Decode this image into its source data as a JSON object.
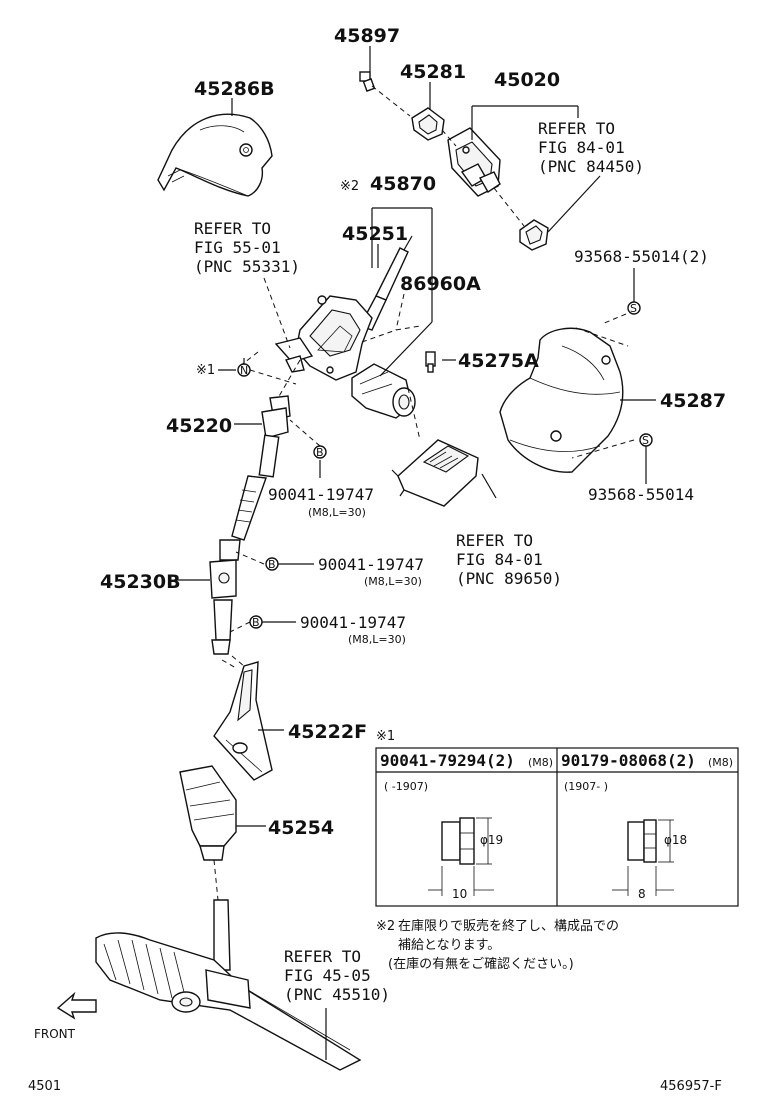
{
  "labels": {
    "p45897": "45897",
    "p45281": "45281",
    "p45020": "45020",
    "p45286b": "45286B",
    "p45870": "45870",
    "mark2_45870": "※2",
    "p45251": "45251",
    "p86960a": "86960A",
    "p45275a": "45275A",
    "p45287": "45287",
    "p45220": "45220",
    "p45230b": "45230B",
    "p45222f": "45222F",
    "p45254": "45254",
    "mark1": "※1",
    "bolt_sym": "B",
    "nut_sym": "N",
    "screw_sym": "S",
    "bolt_a": "90041-19747",
    "bolt_a_spec": "(M8,L=30)",
    "bolt_b": "90041-19747",
    "bolt_b_spec": "(M8,L=30)",
    "bolt_c": "90041-19747",
    "bolt_c_spec": "(M8,L=30)",
    "screw_a": "93568-55014(2)",
    "screw_b": "93568-55014"
  },
  "refs": {
    "ref_84450": [
      "REFER TO",
      "FIG 84-01",
      "(PNC 84450)"
    ],
    "ref_55331": [
      "REFER TO",
      "FIG 55-01",
      "(PNC 55331)"
    ],
    "ref_89650": [
      "REFER TO",
      "FIG 84-01",
      "(PNC 89650)"
    ],
    "ref_45510": [
      "REFER TO",
      "FIG 45-05",
      "(PNC 45510)"
    ]
  },
  "table": {
    "title": "※1",
    "col1_part": "90041-79294(2)",
    "col1_spec": "(M8)",
    "col2_part": "90179-08068(2)",
    "col2_spec": "(M8)",
    "col1_range": "(      -1907)",
    "col2_range": "(1907-      )",
    "col1_dia": "φ19",
    "col2_dia": "φ18",
    "col1_width": "10",
    "col2_width": "8"
  },
  "note": {
    "mark": "※2",
    "line1": "在庫限りで販売を終了し、構成品での",
    "line2": "補給となります。",
    "line3": "(在庫の有無をご確認ください。)"
  },
  "front_label": "FRONT",
  "footer": {
    "left": "4501",
    "right": "456957-F"
  }
}
